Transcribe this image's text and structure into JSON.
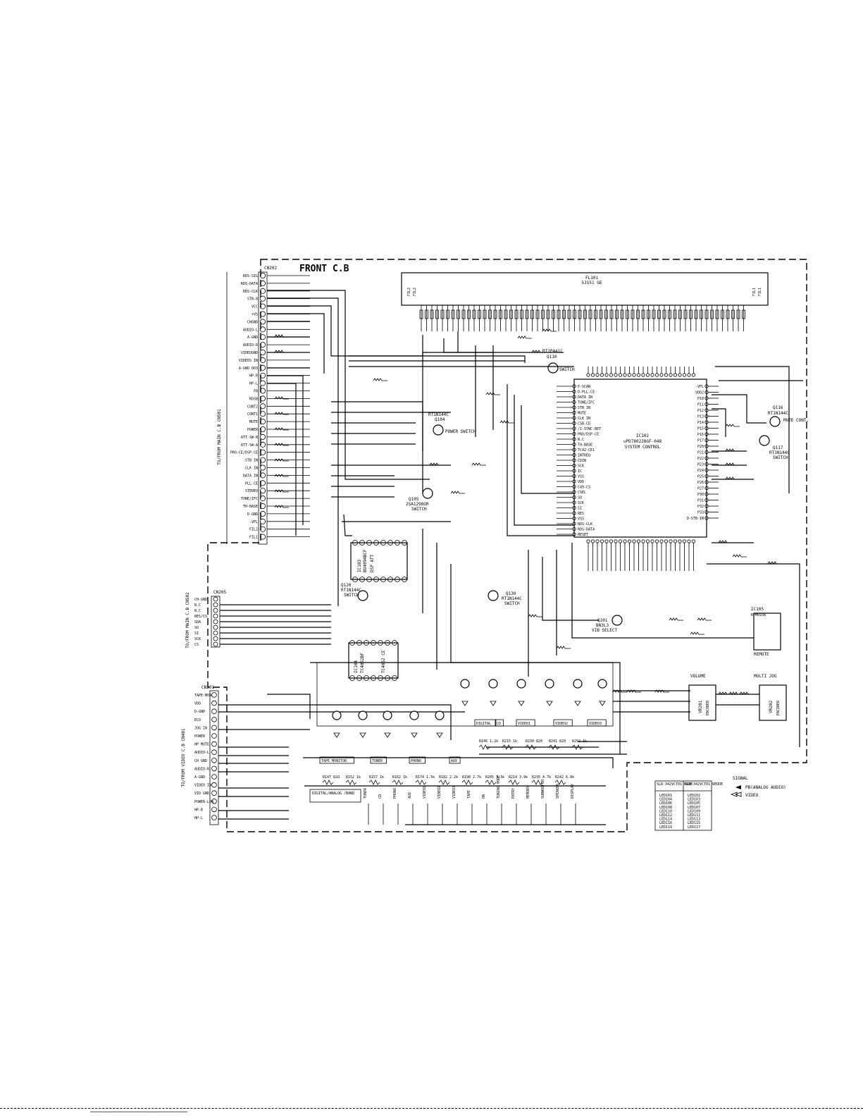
{
  "board_title": "FRONT C.B",
  "connectors": {
    "cn202": {
      "ref": "CN202",
      "side_label": "TO/FROM MAIN C.B CN501",
      "pins": [
        "RDS-SIG",
        "RDS-DATA",
        "RDS-CLK",
        "STB-8",
        "VCC",
        "+VS",
        "CHGND",
        "AUDIO-L",
        "A-GND",
        "AUDIO-R",
        "VIDEOGND",
        "VIDEOS IN",
        "A-GND 003",
        "HP-R",
        "HP-L",
        "FR",
        "RDSB",
        "CONT2",
        "CONT1",
        "MUTE",
        "POWER",
        "ATT-SW-B",
        "ATT-SW-A",
        "PRO-CE/DSP-CE",
        "STB IN",
        "CLK IN",
        "DATA IN",
        "PLL-CE",
        "STEREO",
        "TUNE/IFC",
        "TH-BASE",
        "D-GND",
        "-VFL",
        "FIL2",
        "FIL1"
      ]
    },
    "cn205": {
      "ref": "CN205",
      "side_label": "TO/FROM MAIN C.B CN502",
      "pins": [
        "CH-GND",
        "N.C",
        "N.C",
        "RES/CS",
        "SDA",
        "SO",
        "SI",
        "SCK",
        "CS"
      ]
    },
    "cn201": {
      "ref": "CN201",
      "side_label": "TO/FROM VIDEO C.B CN401",
      "pins": [
        "TAPE-MON",
        "VDD",
        "D-GND",
        "ECO",
        "JOG IN",
        "POWER",
        "HP MUTE",
        "AUDIO-L",
        "CH GND",
        "AUDIO-R",
        "A-GND",
        "VIDEO IN",
        "VID GND",
        "POWER-LOW",
        "HP-R",
        "HP-L"
      ]
    }
  },
  "fl101": {
    "ref": "FL101",
    "part": "5JS51 GE",
    "left_pins": [
      "FIL2",
      "FIL2"
    ],
    "right_pins": [
      "FIL1",
      "FIL1"
    ]
  },
  "ic102": {
    "ref": "IC102",
    "part": "uPD780228GF-048",
    "function": "SYSTEM CONTROL",
    "left_pins": [
      "P-SCAN",
      "D-PLL-CE",
      "DATA IN",
      "TUNE/IFC",
      "STB IN",
      "MUTE",
      "CLK IN",
      "CSB-CE",
      "/I-SYNC-BET",
      "PRO/DSP-CE",
      "N.C",
      "TH-BASE",
      "TC42-CE1",
      "INTREQ",
      "CDIN",
      "SCK",
      "IC",
      "VSS",
      "VDD",
      "C49-CS",
      "CSEL",
      "SO",
      "SCK",
      "SI",
      "RES",
      "VSS",
      "RDS-CLK",
      "RDS-DATA",
      "RESET"
    ],
    "right_pins": [
      "-VFL",
      "VDD2",
      "P10",
      "P11",
      "P12",
      "P13",
      "P14",
      "P15",
      "P16",
      "P17",
      "P20",
      "P21",
      "P22",
      "P23",
      "P24",
      "P25",
      "P26",
      "P27",
      "P30",
      "P31",
      "P32",
      "P33",
      "D-STB-IN"
    ]
  },
  "transistors": [
    {
      "ref": "Q104",
      "part": "RT1N144C",
      "function": "POWER SWITCH"
    },
    {
      "ref": "Q105",
      "part": "2SA1298GR",
      "function": "SWITCH"
    },
    {
      "ref": "Q110",
      "part": "RT1P441C",
      "function": "SWITCH"
    },
    {
      "ref": "Q116",
      "part": "RT1N144C",
      "function": "MUTE CONT."
    },
    {
      "ref": "Q117",
      "part": "RT1N144C",
      "function": "SWITCH"
    },
    {
      "ref": "Q120",
      "part": "RT1N144C",
      "function": "SWITCH"
    },
    {
      "ref": "Q130",
      "part": "RT1N144C",
      "function": "SWITCH"
    },
    {
      "ref": "Q201",
      "part": "BN3L3",
      "function": "VIB SELECT"
    }
  ],
  "other_ics": [
    {
      "ref": "IC103",
      "part": "BU4094BCF",
      "function": "DSP ATT"
    },
    {
      "ref": "IC104",
      "part": "TC4052BF",
      "function": "TC4052 CE"
    },
    {
      "ref": "IC105",
      "part": "RPM6938",
      "function": "REMOTE"
    }
  ],
  "encoders": [
    {
      "ref": "VR201",
      "function": "ENCODER",
      "label": "VOLUME"
    },
    {
      "ref": "VR202",
      "function": "ENCODER",
      "label": "MULTI JOG"
    }
  ],
  "led_labels": [
    "TAPE MONITOR",
    "TUNER",
    "PHONO",
    "AUX",
    "DIGITAL",
    "CD",
    "VIDEO1",
    "VIDEO2",
    "VIDEO3"
  ],
  "switch_labels": [
    "DIGITAL/ANALOG /BAND",
    "TUNER",
    "CD",
    "PHONO",
    "AUX",
    "VIDEO1",
    "VIDEO2",
    "VIDEO3",
    "TAPE",
    "ON",
    "TUNING MODE",
    "ENTRY",
    "MEMORY",
    "SUBWOOFER",
    "SPEAKER",
    "DISPLAY"
  ],
  "resistor_rows": [
    [
      "R147 82Ω",
      "R152 1k",
      "R157 1k",
      "R162 1k",
      "R174 1.5k",
      "R182 2.2k",
      "R198 2.7k",
      "R205 3.3k",
      "R214 3.9k",
      "R235 4.7k",
      "R242 6.8k"
    ],
    [
      "R146 1.2k",
      "R215 1k",
      "R234 820",
      "R241 820",
      "R252 1k"
    ]
  ],
  "table": {
    "headers": [
      "SLR-342VCT01 RXDE",
      "SLR-342VCT01 REDDE"
    ],
    "rows": [
      [
        "LED101",
        "LED102"
      ],
      [
        "LED104",
        "LED103"
      ],
      [
        "LED106",
        "LED105"
      ],
      [
        "LED108",
        "LED107"
      ],
      [
        "LED110",
        "LED109"
      ],
      [
        "LED112",
        "LED111"
      ],
      [
        "LED114",
        "LED113"
      ],
      [
        "LED116",
        "LED115"
      ],
      [
        "LED119",
        "LED117"
      ]
    ]
  },
  "legend": {
    "title": "SIGNAL",
    "items": [
      {
        "label": "PB(ANALOG AUDIO)"
      },
      {
        "label": "VIDEO"
      }
    ]
  }
}
